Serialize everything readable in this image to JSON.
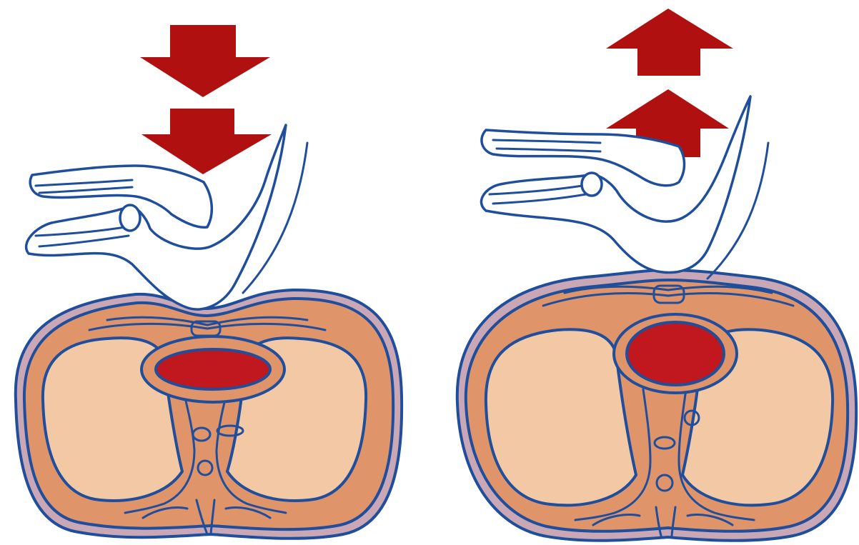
{
  "colors": {
    "background": "#ffffff",
    "outline": "#1f4e9c",
    "skin_outer": "#c9a7b4",
    "tissue": "#e0946a",
    "lung": "#f3c8a4",
    "heart": "#c0181e",
    "arrow": "#b0100f",
    "hand": "#ffffff"
  },
  "panels": [
    {
      "id": "compression",
      "arrow_direction": "down",
      "icon": "down-arrows-icon",
      "heart_state": "compressed"
    },
    {
      "id": "decompression",
      "arrow_direction": "up",
      "icon": "up-arrows-icon",
      "heart_state": "expanded"
    }
  ]
}
